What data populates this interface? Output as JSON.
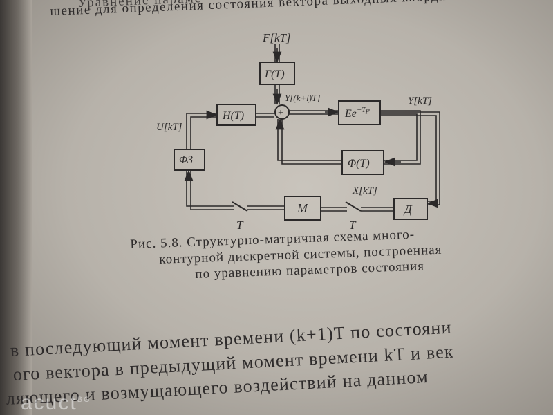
{
  "header_text": {
    "line1": "Уравнение параме",
    "line2": "шение для определения состояния вектора выходных координ"
  },
  "diagram": {
    "input_label": "F[kT]",
    "blocks": {
      "gamma": "Γ(T)",
      "h": "H(T)",
      "plant": "Ee",
      "plant_sup": "−Tp",
      "phi": "Φ(T)",
      "phi3": "Φ3",
      "m": "M",
      "d": "Д"
    },
    "sum_symbol": "+",
    "signals": {
      "y_next": "Y[(k+l)T]",
      "y_out": "Y[kT]",
      "u": "U[kT]",
      "x": "X[kT]",
      "t_left": "T",
      "t_right": "T"
    }
  },
  "caption": {
    "line1": "Рис. 5.8. Структурно-матричная схема много-",
    "line2": "контурной дискретной системы, построенная",
    "line3": "по уравнению параметров состояния"
  },
  "body_text": {
    "line1": "в последующий момент времени (k+1)T по состояни",
    "line2": "ого вектора в предыдущий момент времени kT и век",
    "line3": "ляющего и возмущающего воздействий на данном"
  },
  "watermark": {
    "text": "acuct",
    "suffix": "BG"
  }
}
